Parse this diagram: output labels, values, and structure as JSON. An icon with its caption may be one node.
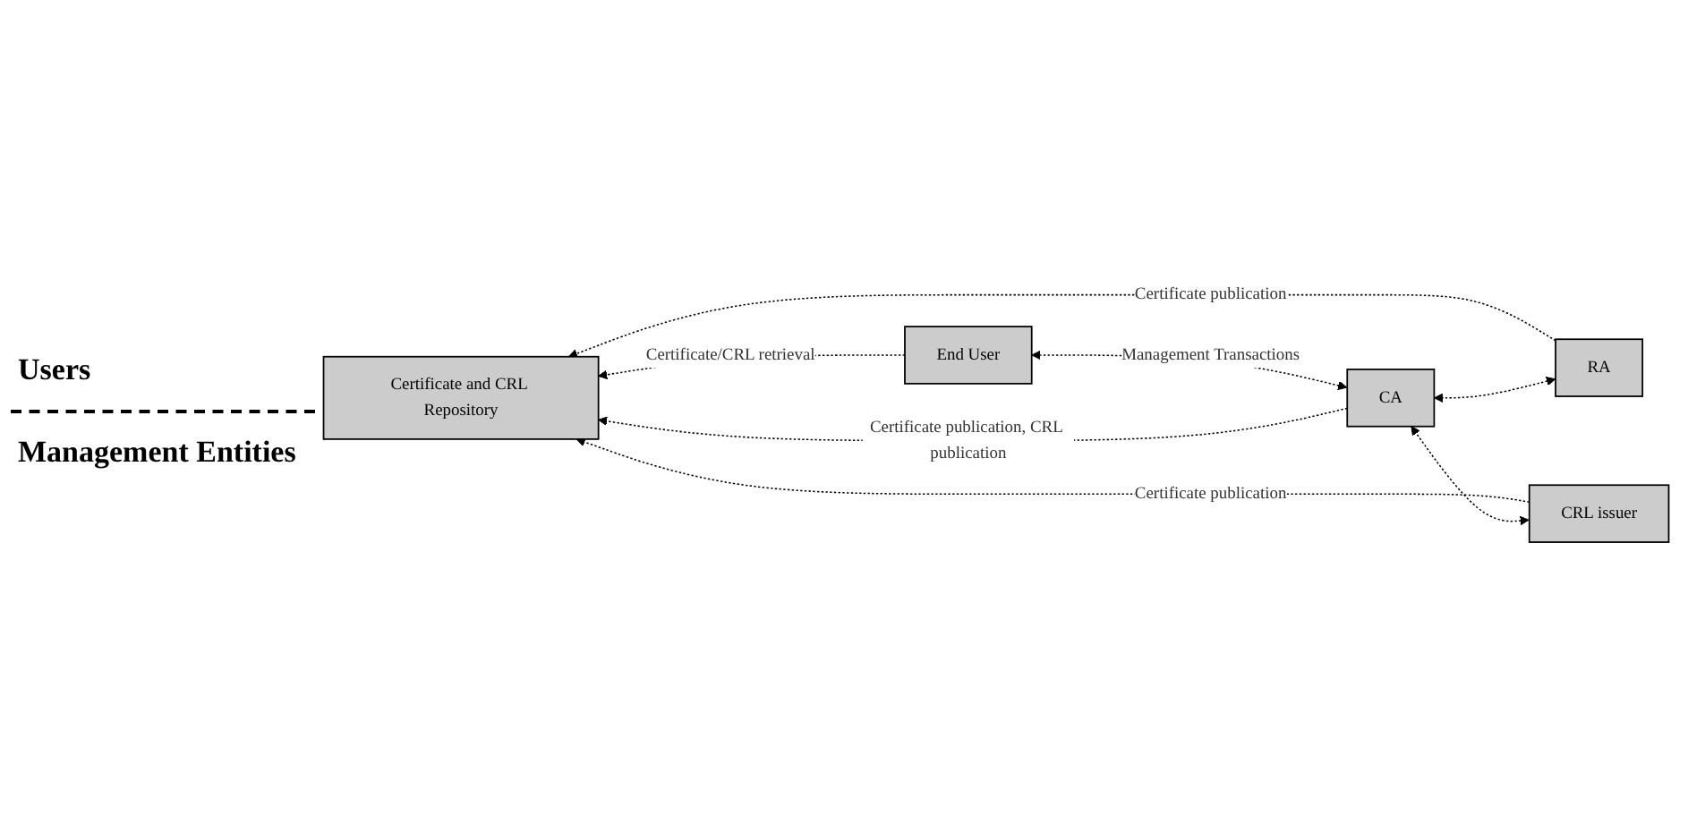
{
  "diagram": {
    "nodes": [
      {
        "text": [
          "Certificate and CRL Repository"
        ]
      },
      {
        "text": [
          "End User"
        ]
      },
      {
        "text": [
          "RA"
        ]
      },
      {
        "text": [
          "CA"
        ]
      },
      {
        "text": [
          "CRL issuer"
        ]
      }
    ],
    "edges": [
      {
        "from": 1,
        "to": 0,
        "arrow": "to",
        "label": "Certificate/CRL retrieval",
        "style": "dashed"
      },
      {
        "from": 3,
        "to": 1,
        "arrow": "both",
        "label": "Management Transactions",
        "style": "dashed"
      },
      {
        "from": 2,
        "to": 0,
        "arrow": "to",
        "label": "Certificate publication",
        "style": "dashed"
      },
      {
        "from": 2,
        "to": 3,
        "arrow": "both",
        "style": "dashed"
      },
      {
        "from": 3,
        "to": 0,
        "arrow": "to",
        "label": "Certificate publication, CRL publication",
        "style": "dashed"
      },
      {
        "from": 4,
        "to": 0,
        "arrow": "to",
        "label": "Certificate publication",
        "style": "dashed"
      },
      {
        "from": 4,
        "to": 3,
        "arrow": "both",
        "style": "dashed"
      }
    ],
    "labels": [
      "Users",
      "Management Entities"
    ]
  }
}
